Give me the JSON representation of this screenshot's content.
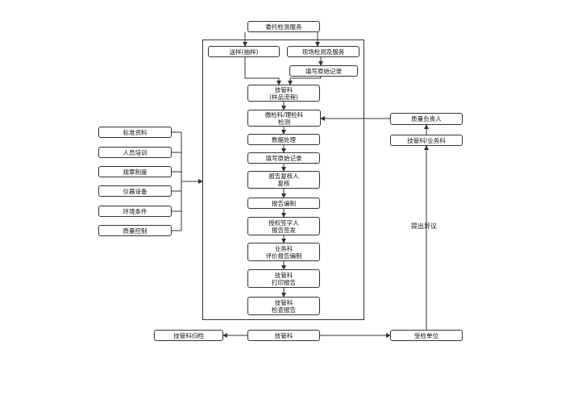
{
  "nodes": {
    "wtjcfw": "委托检测服务",
    "songyang": "送样(抽样)",
    "xcjc": "现场检测及服务",
    "txysjl_top": "填写原始记录",
    "jgk_ypl_1": "技管科",
    "jgk_ypl_2": "(样品流程)",
    "whk_1": "微检科/理检科",
    "whk_2": "检测",
    "sjcl": "数据处理",
    "txysjl": "填写原始记录",
    "bgfhr_1": "报告复核人",
    "bgfhr_2": "复核",
    "bgbz": "报告编制",
    "sqqzr_1": "授权签字人",
    "sqqzr_2": "报告签发",
    "ywk_1": "业务科",
    "ywk_2": "评价报告编制",
    "jgk_dy_1": "技管科",
    "jgk_dy_2": "打印报告",
    "jgk_jc_1": "技管科",
    "jgk_jc_2": "检查报告",
    "jgk_bottom": "技管科",
    "jgkgd": "技管科归档",
    "sjdw": "受检单位",
    "zlfzr": "质量负责人",
    "jgk_ywk": "技管科/业务科",
    "bzzl": "标准资料",
    "rypx": "人员培训",
    "gzzd": "规章制度",
    "yqsb": "仪器设备",
    "hjtj": "环境条件",
    "zlkz": "质量控制"
  },
  "edge_labels": {
    "tcyy": "提出异议"
  }
}
